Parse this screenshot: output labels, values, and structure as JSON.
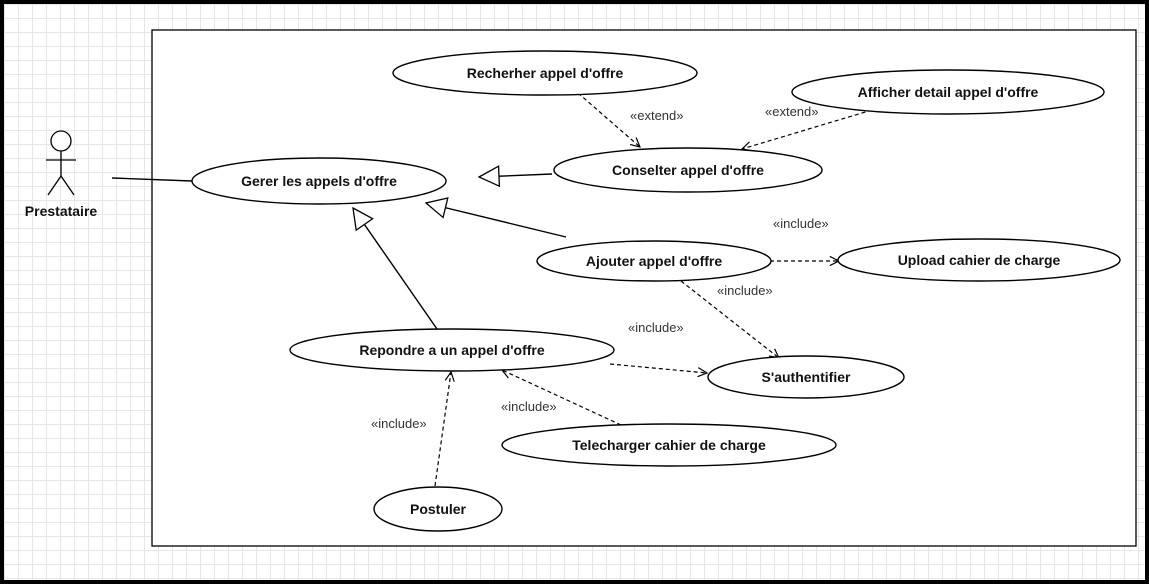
{
  "actor": {
    "name": "Prestataire"
  },
  "use_cases": {
    "gerer": "Gerer les appels d'offre",
    "rechercher": "Recherher  appel d'offre",
    "afficher": "Afficher detail appel d'offre",
    "consulter": "Conselter appel d'offre",
    "ajouter": "Ajouter appel d'offre",
    "upload": "Upload cahier de charge",
    "repondre": "Repondre a un appel d'offre",
    "authentifier": "S'authentifier",
    "telecharger": "Telecharger cahier de charge",
    "postuler": "Postuler"
  },
  "stereotypes": {
    "extend_rechercher": "«extend»",
    "extend_afficher": "«extend»",
    "include_upload": "«include»",
    "include_ajouter_auth": "«include»",
    "include_repondre_auth": "«include»",
    "include_telecharger": "«include»",
    "include_postuler": "«include»"
  }
}
